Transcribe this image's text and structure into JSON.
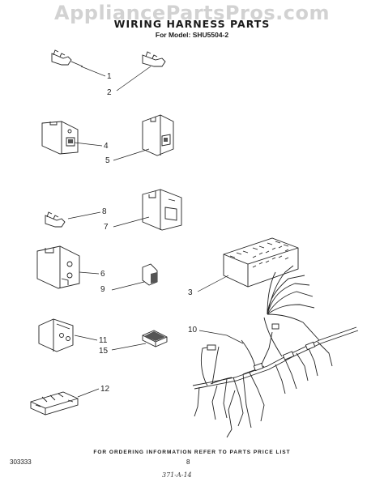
{
  "watermark": "AppliancePartsPros.com",
  "title": "WIRING HARNESS PARTS",
  "model": "For Model: SHU5504-2",
  "callouts": [
    "1",
    "2",
    "4",
    "5",
    "8",
    "7",
    "6",
    "9",
    "3",
    "10",
    "11",
    "15",
    "12"
  ],
  "footer": {
    "note": "FOR ORDERING INFORMATION REFER TO PARTS PRICE LIST",
    "doc_number": "303333",
    "page_number": "8",
    "handwritten": "371-A-14"
  }
}
